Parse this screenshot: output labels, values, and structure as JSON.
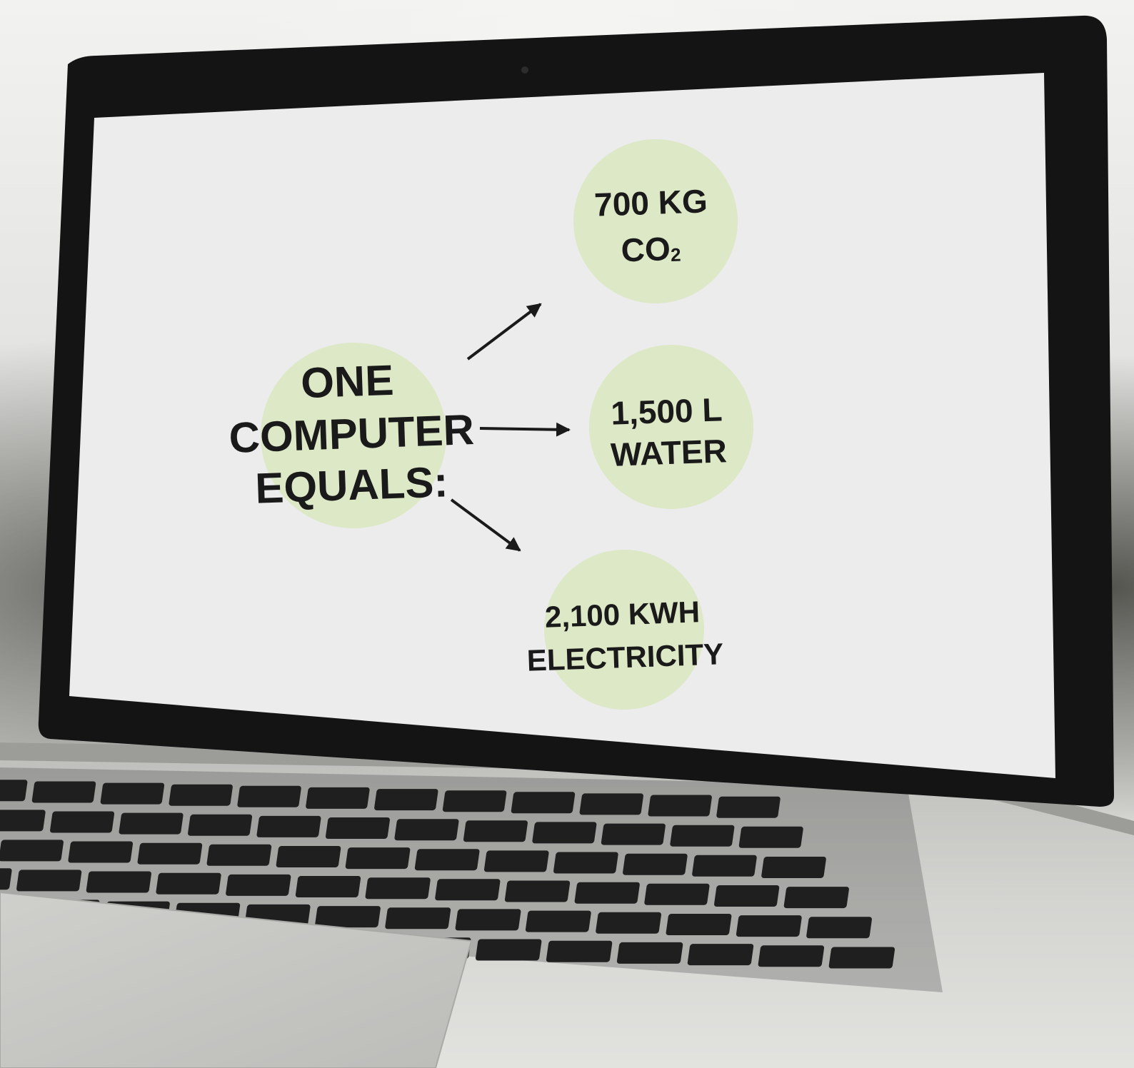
{
  "diagram": {
    "source": {
      "lines": [
        "ONE",
        "COMPUTER",
        "EQUALS:"
      ]
    },
    "targets": [
      {
        "id": "co2",
        "line1": "700 KG",
        "line2_main": "CO",
        "line2_sub": "2"
      },
      {
        "id": "water",
        "line1": "1,500 L",
        "line2": "WATER"
      },
      {
        "id": "electricity",
        "line1": "2,100 KWH",
        "line2": "ELECTRICITY"
      }
    ]
  },
  "colors": {
    "screen": "#ececec",
    "circle": "#dde8c6",
    "text": "#1a1a1a",
    "bezel": "#141414",
    "chassis": "#c9c9c6"
  }
}
